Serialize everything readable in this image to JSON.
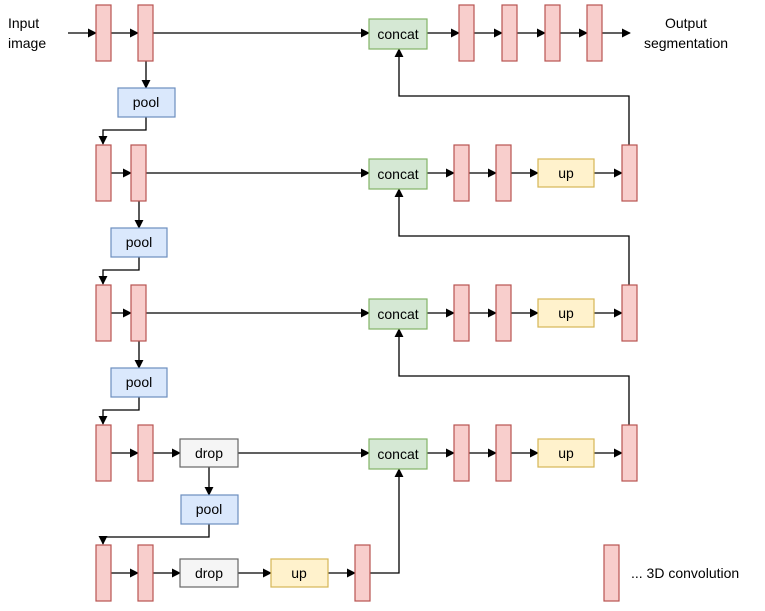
{
  "labels": {
    "input": [
      "Input",
      "image"
    ],
    "output": [
      "Output",
      "segmentation"
    ],
    "pool": "pool",
    "concat": "concat",
    "up": "up",
    "drop": "drop",
    "legend": "... 3D convolution"
  },
  "colors": {
    "conv_fill": "#f8cecc",
    "conv_stroke": "#b85450",
    "pool_fill": "#dae8fc",
    "pool_stroke": "#6c8ebf",
    "concat_fill": "#d5e8d4",
    "concat_stroke": "#82b366",
    "up_fill": "#fff2cc",
    "up_stroke": "#d6b656",
    "drop_fill": "#f5f5f5",
    "drop_stroke": "#666666"
  }
}
